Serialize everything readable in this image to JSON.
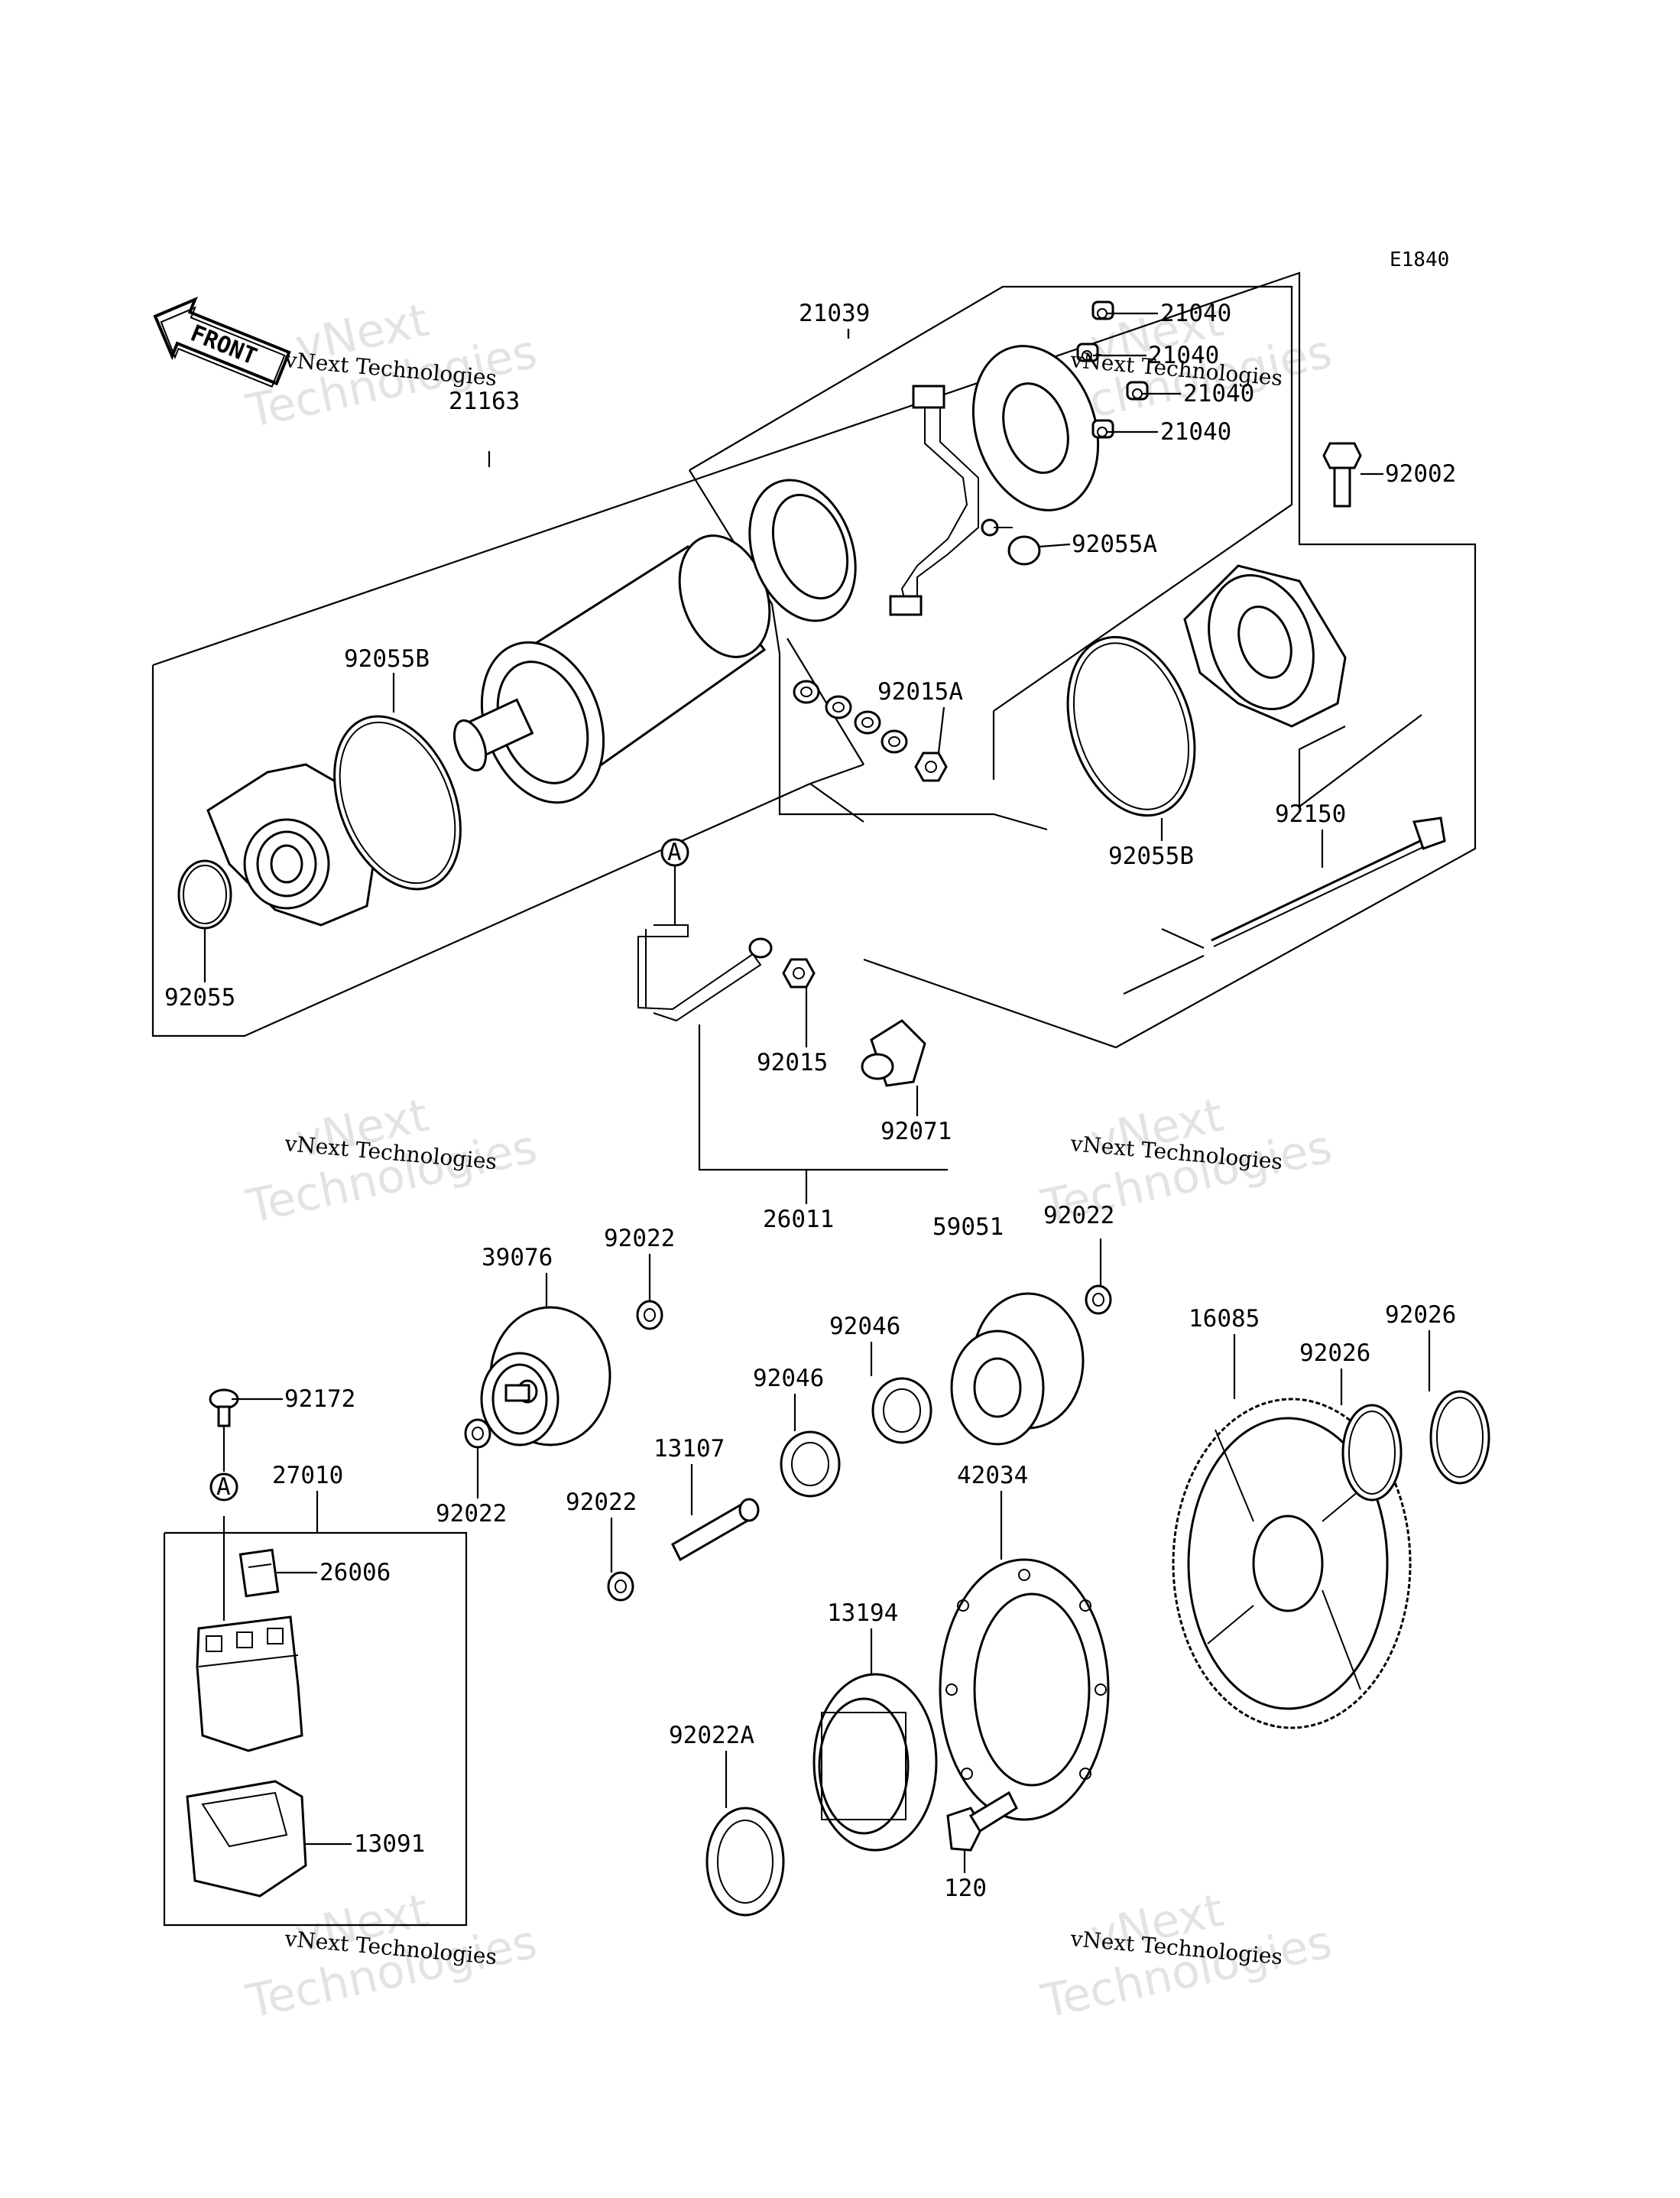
{
  "diagram": {
    "code": "E1840",
    "front_label": "FRONT",
    "ref_marker": "A",
    "watermark": {
      "line1": "vNext Technologies",
      "line2": "vNext",
      "line3": "Technologies"
    },
    "parts": [
      {
        "id": "21163",
        "label": "21163"
      },
      {
        "id": "21039",
        "label": "21039"
      },
      {
        "id": "21040a",
        "label": "21040"
      },
      {
        "id": "21040b",
        "label": "21040"
      },
      {
        "id": "21040c",
        "label": "21040"
      },
      {
        "id": "21040d",
        "label": "21040"
      },
      {
        "id": "92002",
        "label": "92002"
      },
      {
        "id": "92055A",
        "label": "92055A"
      },
      {
        "id": "92055B-left",
        "label": "92055B"
      },
      {
        "id": "92015A",
        "label": "92015A"
      },
      {
        "id": "92055B-right",
        "label": "92055B"
      },
      {
        "id": "92150",
        "label": "92150"
      },
      {
        "id": "92055",
        "label": "92055"
      },
      {
        "id": "92015",
        "label": "92015"
      },
      {
        "id": "92071",
        "label": "92071"
      },
      {
        "id": "26011",
        "label": "26011"
      },
      {
        "id": "39076",
        "label": "39076"
      },
      {
        "id": "92022-a",
        "label": "92022"
      },
      {
        "id": "59051",
        "label": "59051"
      },
      {
        "id": "92022-b",
        "label": "92022"
      },
      {
        "id": "92046-a",
        "label": "92046"
      },
      {
        "id": "16085",
        "label": "16085"
      },
      {
        "id": "92026-a",
        "label": "92026"
      },
      {
        "id": "92026-b",
        "label": "92026"
      },
      {
        "id": "92046-b",
        "label": "92046"
      },
      {
        "id": "92172",
        "label": "92172"
      },
      {
        "id": "27010",
        "label": "27010"
      },
      {
        "id": "92022-c",
        "label": "92022"
      },
      {
        "id": "13107",
        "label": "13107"
      },
      {
        "id": "92022-d",
        "label": "92022"
      },
      {
        "id": "42034",
        "label": "42034"
      },
      {
        "id": "26006",
        "label": "26006"
      },
      {
        "id": "13194",
        "label": "13194"
      },
      {
        "id": "92022A",
        "label": "92022A"
      },
      {
        "id": "13091",
        "label": "13091"
      },
      {
        "id": "120",
        "label": "120"
      }
    ]
  }
}
